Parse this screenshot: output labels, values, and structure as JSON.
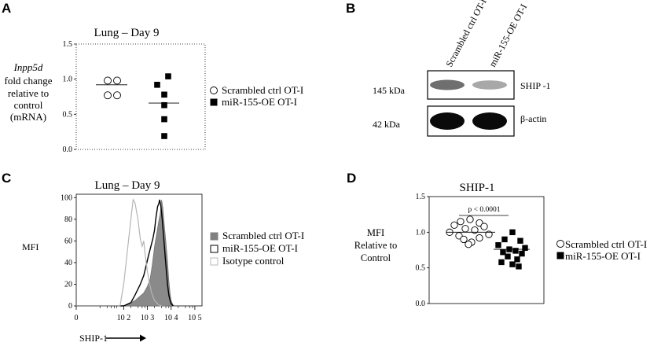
{
  "panels": {
    "A": {
      "letter": "A"
    },
    "B": {
      "letter": "B"
    },
    "C": {
      "letter": "C"
    },
    "D": {
      "letter": "D"
    }
  },
  "chart_data": [
    {
      "panel": "A",
      "type": "scatter",
      "title": "Lung – Day 9",
      "ylabel_lines": [
        "Inpp5d",
        "fold change",
        "relative to",
        "control",
        "(mRNA)"
      ],
      "ylim": [
        0,
        1.5
      ],
      "yticks": [
        0.0,
        0.5,
        1.0,
        1.5
      ],
      "ytick_labels": [
        "0.0",
        "0.5",
        "1.0",
        "1.5"
      ],
      "grid": false,
      "legend_position": "right",
      "series": [
        {
          "name": "Scrambled ctrl OT-I",
          "marker": "open-circle",
          "values": [
            0.98,
            0.98,
            0.77,
            0.77
          ],
          "mean": 0.92
        },
        {
          "name": "miR-155-OE OT-I",
          "marker": "filled-square",
          "values": [
            1.04,
            0.92,
            0.78,
            0.63,
            0.43,
            0.19
          ],
          "mean": 0.66
        }
      ]
    },
    {
      "panel": "B",
      "type": "western-blot",
      "lanes": [
        "Scrambled ctrl OT-I",
        "miR-155-OE OT-I"
      ],
      "bands": [
        {
          "size_label": "145  kDa",
          "protein": "SHIP -1",
          "intensity": [
            0.55,
            0.3
          ]
        },
        {
          "size_label": "42  kDa",
          "protein": "β-actin",
          "intensity": [
            1.0,
            1.0
          ]
        }
      ]
    },
    {
      "panel": "C",
      "type": "area",
      "title": "Lung – Day 9",
      "ylabel": "MFI",
      "xlabel": "SHIP-1",
      "xscale": "log",
      "xlim": [
        1,
        200000
      ],
      "xtick_labels": [
        "0",
        "10 2",
        "10 3",
        "10 4",
        "10 5"
      ],
      "ylim": [
        0,
        100
      ],
      "yticks": [
        0,
        20,
        40,
        60,
        80,
        100
      ],
      "legend_position": "right",
      "series": [
        {
          "name": "Scrambled ctrl OT-I",
          "style": "filled-gray",
          "x": [
            1,
            100,
            300,
            700,
            1000,
            1300,
            1600,
            2000,
            2500,
            3000,
            3500,
            4000,
            4500,
            5000,
            6000,
            7000,
            8000,
            9000,
            10000,
            12000,
            15000
          ],
          "y": [
            0,
            0,
            5,
            12,
            18,
            25,
            38,
            55,
            68,
            78,
            86,
            98,
            90,
            78,
            60,
            42,
            24,
            12,
            5,
            1,
            0
          ]
        },
        {
          "name": "miR-155-OE OT-I",
          "style": "black-line",
          "x": [
            1,
            100,
            200,
            300,
            500,
            700,
            900,
            1100,
            1400,
            1700,
            2000,
            2300,
            2700,
            3000,
            3300,
            3700,
            4200,
            5000,
            6000,
            7000,
            8000,
            9000,
            10000,
            12000
          ],
          "y": [
            0,
            0,
            3,
            10,
            20,
            28,
            38,
            46,
            55,
            62,
            70,
            82,
            92,
            94,
            98,
            92,
            80,
            60,
            38,
            20,
            10,
            5,
            2,
            0
          ]
        },
        {
          "name": "Isotype control",
          "style": "gray-line",
          "x": [
            1,
            70,
            100,
            150,
            200,
            250,
            300,
            400,
            500,
            600,
            700,
            800,
            1000,
            1200,
            1500,
            2000,
            3000,
            4000
          ],
          "y": [
            0,
            0,
            20,
            55,
            80,
            98,
            95,
            80,
            62,
            55,
            60,
            48,
            32,
            22,
            12,
            5,
            1,
            0
          ]
        }
      ]
    },
    {
      "panel": "D",
      "type": "scatter",
      "title": "SHIP-1",
      "ylabel_lines": [
        "MFI",
        "Relative to",
        "Control"
      ],
      "ylim": [
        0,
        1.5
      ],
      "yticks": [
        0.0,
        0.5,
        1.0,
        1.5
      ],
      "ytick_labels": [
        "0.0",
        "0.5",
        "1.0",
        "1.5"
      ],
      "annotation": "p < 0.0001",
      "legend_position": "right",
      "series": [
        {
          "name": "Scrambled ctrl OT-I",
          "marker": "open-circle",
          "values": [
            1.18,
            1.15,
            1.13,
            1.1,
            1.08,
            1.05,
            1.03,
            1.0,
            0.97,
            0.95,
            0.92,
            0.9,
            0.86,
            0.83
          ],
          "mean": 1.0
        },
        {
          "name": "miR-155-OE OT-I",
          "marker": "filled-square",
          "values": [
            1.0,
            0.9,
            0.88,
            0.82,
            0.78,
            0.76,
            0.74,
            0.72,
            0.7,
            0.66,
            0.62,
            0.58,
            0.55,
            0.52
          ],
          "mean": 0.76
        }
      ]
    }
  ]
}
